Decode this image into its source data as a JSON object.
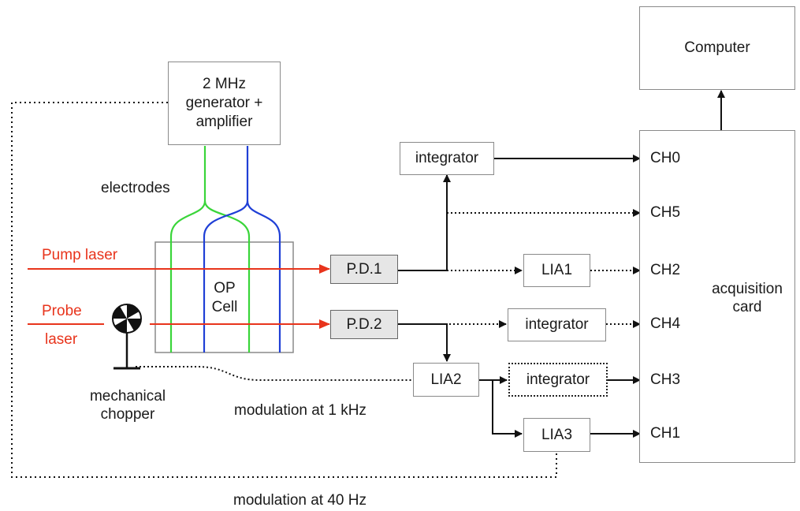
{
  "colors": {
    "pump": "#e8341c",
    "probe": "#e8341c",
    "electrode_a": "#3ad53a",
    "electrode_b": "#1f3fd6"
  },
  "boxes": {
    "computer": "Computer",
    "generator": "2 MHz\ngenerator +\namplifier",
    "integrator_top": "integrator",
    "pd1": "P.D.1",
    "pd2": "P.D.2",
    "lia1": "LIA1",
    "integrator_mid": "integrator",
    "lia2": "LIA2",
    "integrator_dotted": "integrator",
    "lia3": "LIA3",
    "acquisition": "acquisition\ncard",
    "op_cell": "OP\nCell"
  },
  "channels": [
    "CH0",
    "CH5",
    "CH2",
    "CH4",
    "CH3",
    "CH1"
  ],
  "labels": {
    "electrodes": "electrodes",
    "pump_laser": "Pump laser",
    "probe_laser_1": "Probe",
    "probe_laser_2": "laser",
    "chopper": "mechanical\nchopper",
    "mod_1khz": "modulation at 1 kHz",
    "mod_40hz": "modulation at 40 Hz"
  }
}
